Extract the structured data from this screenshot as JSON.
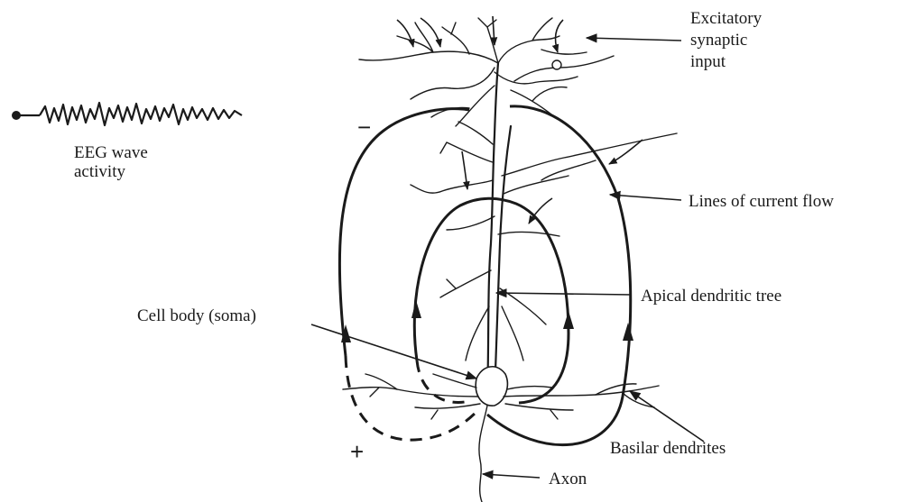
{
  "labels": {
    "excitatory_input": [
      "Excitatory",
      "synaptic",
      "input"
    ],
    "eeg_wave": [
      "EEG wave",
      "activity"
    ],
    "current_flow": "Lines of current flow",
    "apical_tree": "Apical dendritic tree",
    "cell_body": "Cell body (soma)",
    "basilar_dendrites": "Basilar dendrites",
    "axon": "Axon"
  },
  "polarity": {
    "top": "−",
    "bottom": "+"
  },
  "colors": {
    "ink": "#1a1a1a",
    "background": "#ffffff"
  }
}
